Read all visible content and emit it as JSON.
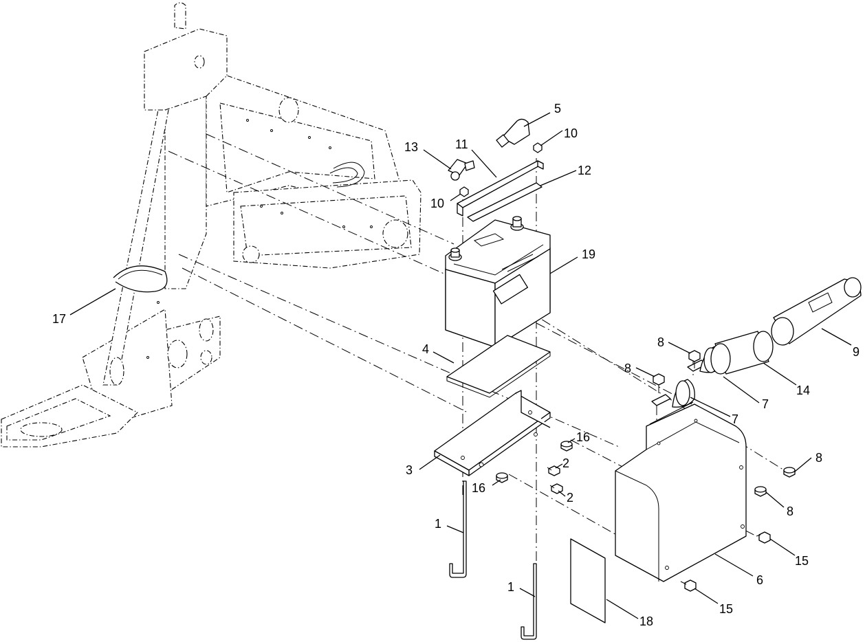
{
  "callouts": [
    {
      "label": "1"
    },
    {
      "label": "1"
    },
    {
      "label": "2"
    },
    {
      "label": "2"
    },
    {
      "label": "3"
    },
    {
      "label": "4"
    },
    {
      "label": "5"
    },
    {
      "label": "6"
    },
    {
      "label": "7"
    },
    {
      "label": "7"
    },
    {
      "label": "8"
    },
    {
      "label": "8"
    },
    {
      "label": "8"
    },
    {
      "label": "8"
    },
    {
      "label": "9"
    },
    {
      "label": "10"
    },
    {
      "label": "10"
    },
    {
      "label": "11"
    },
    {
      "label": "12"
    },
    {
      "label": "13"
    },
    {
      "label": "14"
    },
    {
      "label": "15"
    },
    {
      "label": "15"
    },
    {
      "label": "16"
    },
    {
      "label": "16"
    },
    {
      "label": "17"
    },
    {
      "label": "18"
    },
    {
      "label": "19"
    }
  ]
}
